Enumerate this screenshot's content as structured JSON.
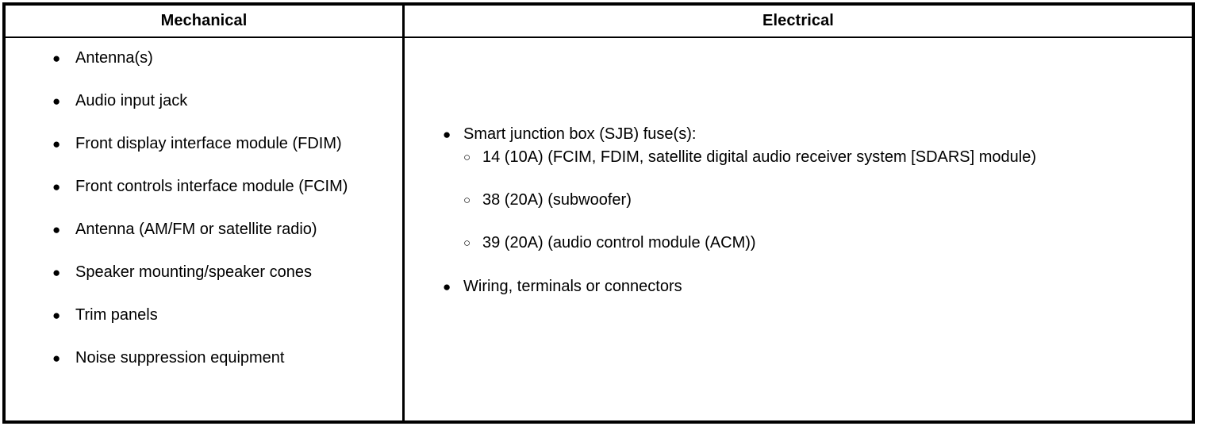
{
  "table": {
    "columns": [
      {
        "id": "mechanical",
        "header": "Mechanical"
      },
      {
        "id": "electrical",
        "header": "Electrical"
      }
    ],
    "bullet_glyphs": {
      "level1": "●",
      "level2": "○"
    },
    "colors": {
      "border": "#000000",
      "text": "#000000",
      "background": "#ffffff"
    },
    "mechanical": {
      "items": [
        {
          "text": "Antenna(s)"
        },
        {
          "text": "Audio input jack"
        },
        {
          "text": "Front display interface module (FDIM)"
        },
        {
          "text": "Front controls interface module (FCIM)"
        },
        {
          "text": "Antenna (AM/FM or satellite radio)"
        },
        {
          "text": "Speaker mounting/speaker cones"
        },
        {
          "text": "Trim panels"
        },
        {
          "text": "Noise suppression equipment"
        }
      ]
    },
    "electrical": {
      "items": [
        {
          "text": "Smart junction box (SJB) fuse(s):"
        },
        {
          "text": "Wiring, terminals or connectors"
        }
      ],
      "fuses": [
        {
          "text": "14 (10A) (FCIM, FDIM, satellite digital audio receiver system [SDARS] module)"
        },
        {
          "text": "38 (20A) (subwoofer)"
        },
        {
          "text": "39 (20A) (audio control module (ACM))"
        }
      ]
    }
  }
}
